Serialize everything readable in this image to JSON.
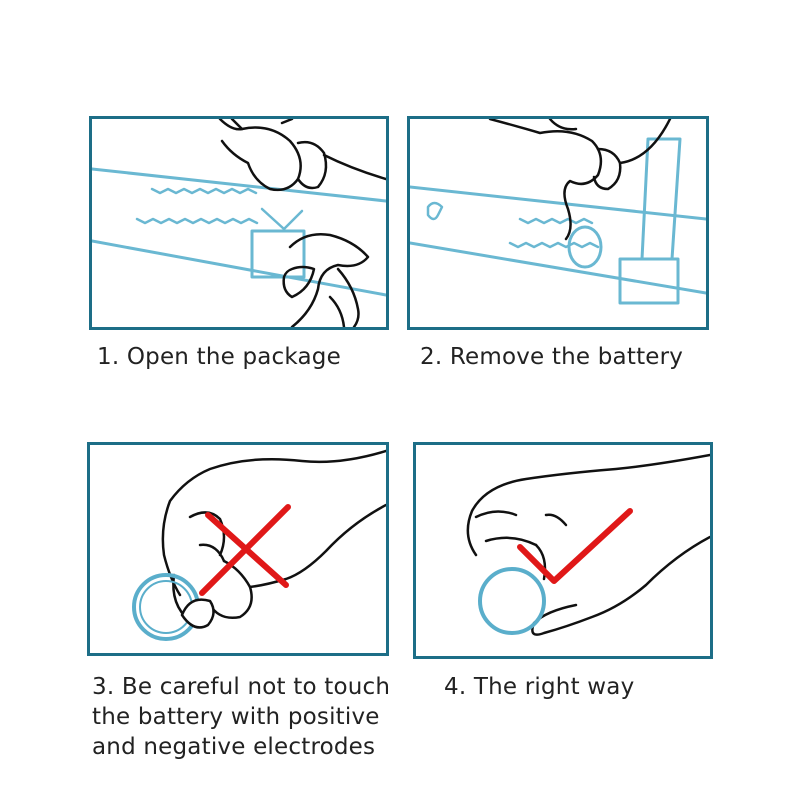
{
  "steps": [
    {
      "caption": "1. Open the package"
    },
    {
      "caption": "2. Remove the battery"
    },
    {
      "caption_lines": [
        "3. Be careful not to touch",
        "the battery with positive",
        "and negative electrodes"
      ]
    },
    {
      "caption": "4. The right way"
    }
  ],
  "colors": {
    "frame": "#1d6e87",
    "package": "#6ab8d2",
    "ink": "#111111",
    "wrong_mark": "#e01818",
    "right_mark": "#e01818",
    "battery": "#5aaecb"
  },
  "icons": {
    "step3_mark": "cross-mark-icon",
    "step4_mark": "check-mark-icon"
  }
}
